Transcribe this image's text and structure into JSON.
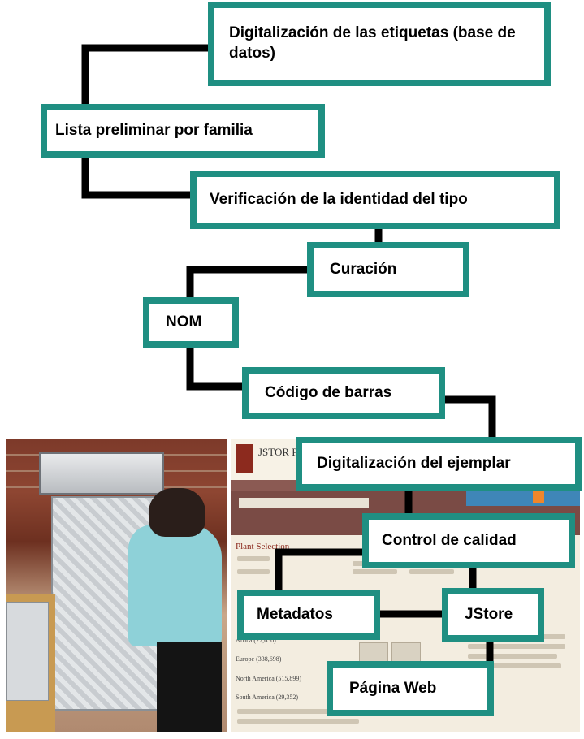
{
  "diagram": {
    "type": "flowchart",
    "accent_color": "#1f8f82",
    "connector_color": "#000000",
    "steps": [
      {
        "id": "digitalizacion-etiquetas",
        "label": "Digitalización de las etiquetas (base de datos)"
      },
      {
        "id": "lista-preliminar",
        "label": "Lista preliminar por familia"
      },
      {
        "id": "verificacion-tipo",
        "label": "Verificación de la identidad del tipo"
      },
      {
        "id": "curacion",
        "label": "Curación"
      },
      {
        "id": "nom",
        "label": "NOM"
      },
      {
        "id": "codigo-barras",
        "label": "Código de barras"
      },
      {
        "id": "digitalizacion-ejemplar",
        "label": "Digitalización del ejemplar"
      },
      {
        "id": "control-calidad",
        "label": "Control de calidad"
      },
      {
        "id": "metadatos",
        "label": "Metadatos"
      },
      {
        "id": "jstore",
        "label": "JStore"
      },
      {
        "id": "pagina-web",
        "label": "Página Web"
      }
    ]
  },
  "website": {
    "title": "JSTOR Pla",
    "sidebar_title": "Plant Selection",
    "regions": [
      "Africa (27,650)",
      "Europe (338,698)",
      "North America (515,899)",
      "South America (29,352)"
    ]
  }
}
